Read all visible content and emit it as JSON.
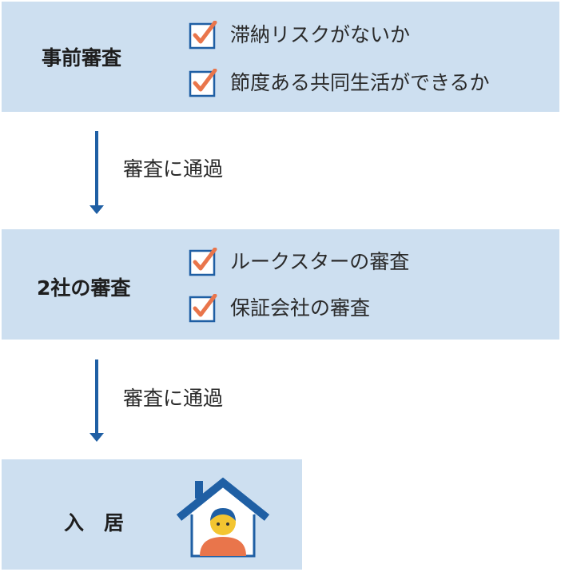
{
  "steps": [
    {
      "title": "事前審査",
      "items": [
        "滞納リスクがないか",
        "節度ある共同生活ができるか"
      ]
    },
    {
      "title": "2社の審査",
      "items": [
        "ルークスターの審査",
        "保証会社の審査"
      ]
    },
    {
      "title": "入　居"
    }
  ],
  "transitions": [
    {
      "label": "審査に通過"
    },
    {
      "label": "審査に通過"
    }
  ],
  "icons": {
    "check": "checkbox-check-icon",
    "house": "house-person-icon"
  },
  "colors": {
    "box_fill": "#cddff0",
    "arrow": "#1f5fa4",
    "checkbox_border": "#1f5fa4",
    "check_mark": "#e9754b",
    "house_roof": "#1f5fa4",
    "person_face": "#f3c531",
    "person_body": "#e9754b"
  }
}
